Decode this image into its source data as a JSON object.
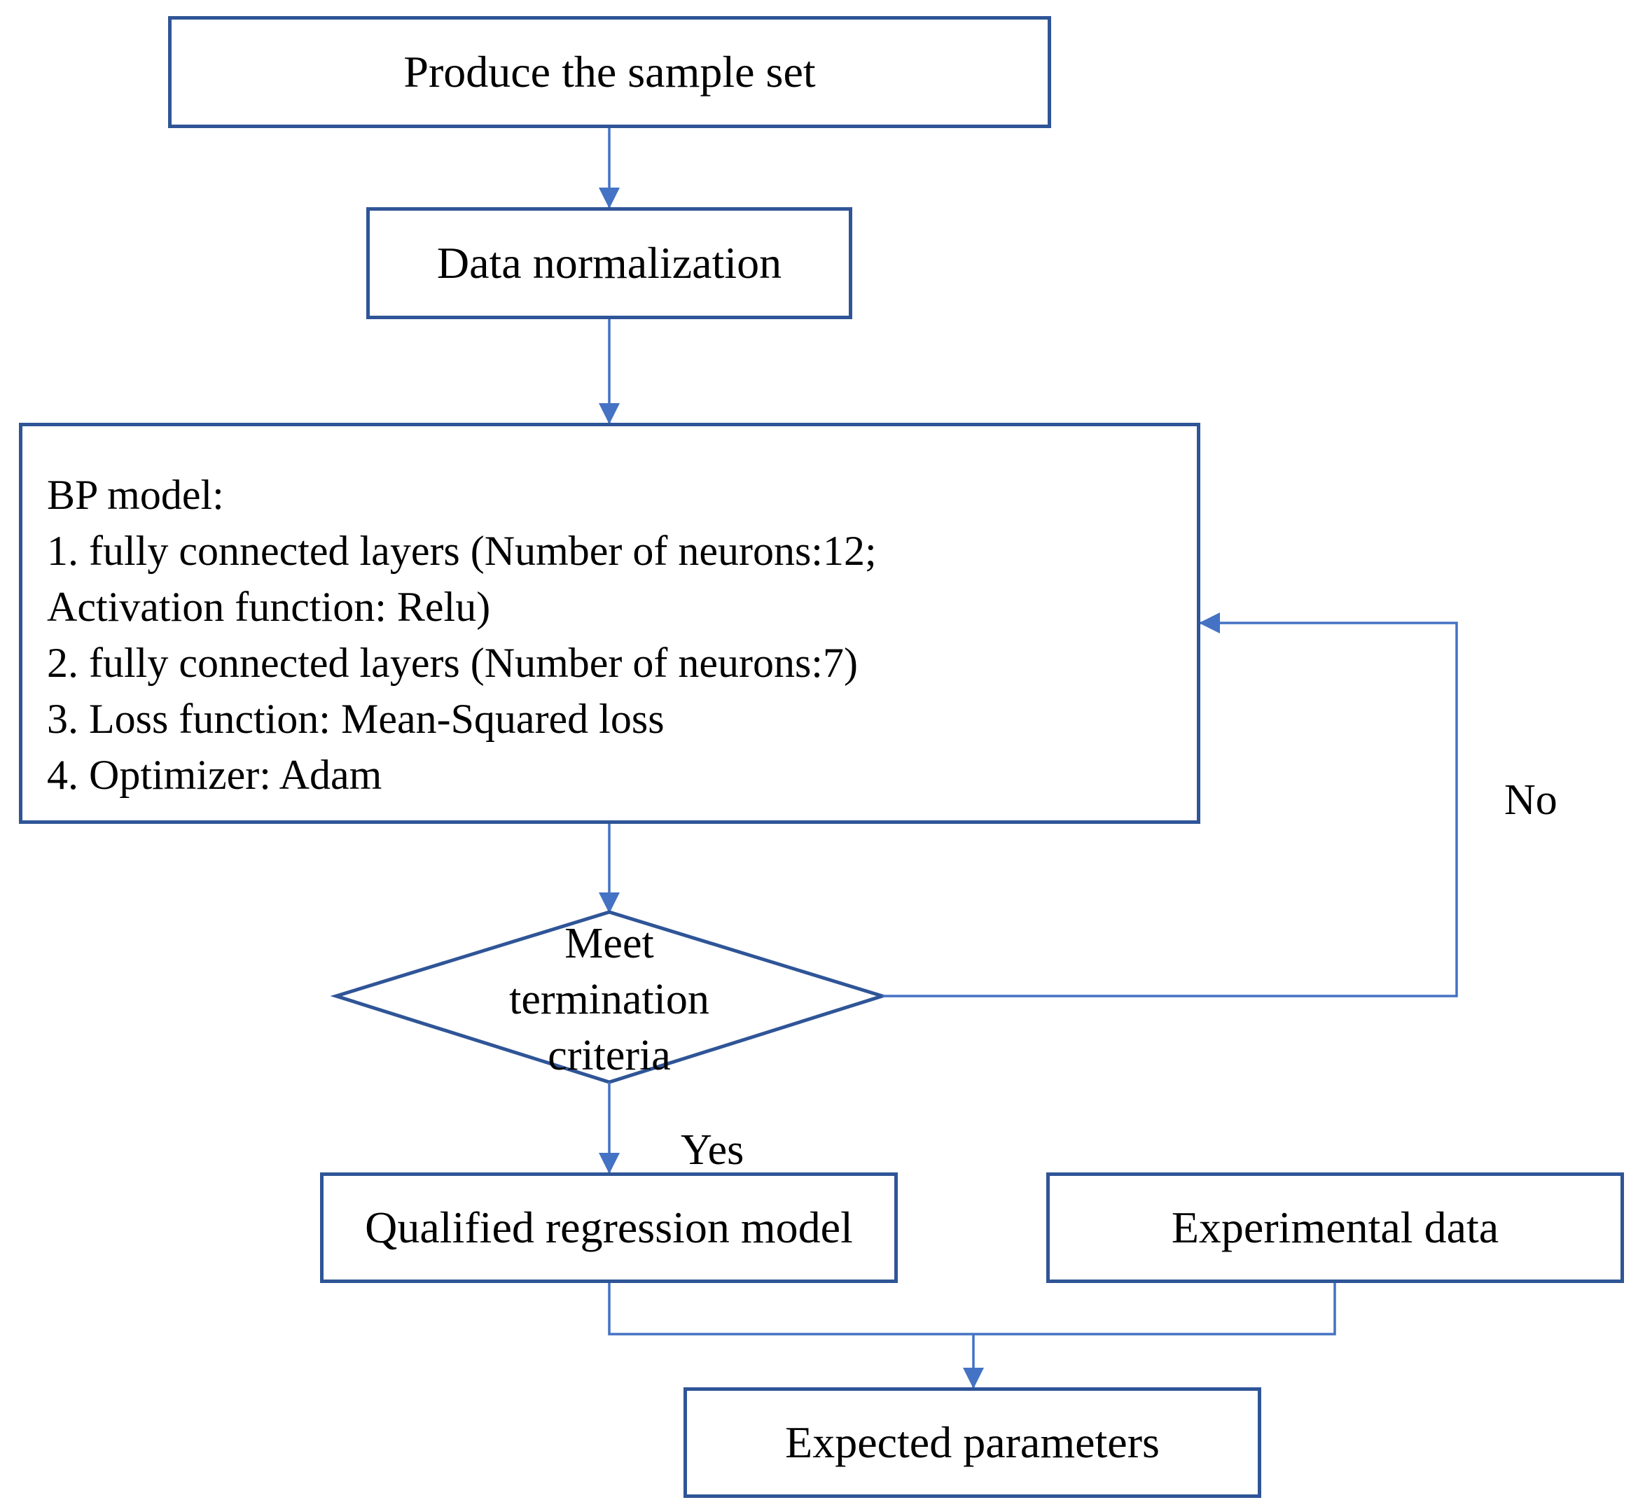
{
  "nodes": {
    "sample_set": "Produce the sample set",
    "normalization": "Data normalization",
    "bp_model": {
      "lines": [
        "BP model:",
        "1. fully connected layers (Number of neurons:12;",
        "Activation function: Relu)",
        "2. fully connected layers (Number of neurons:7)",
        "3. Loss function: Mean-Squared loss",
        "4. Optimizer: Adam"
      ]
    },
    "decision": {
      "lines": [
        "Meet",
        "termination",
        "criteria"
      ]
    },
    "qualified_model": "Qualified regression model",
    "experimental_data": "Experimental data",
    "expected_parameters": "Expected parameters"
  },
  "edge_labels": {
    "no": "No",
    "yes": "Yes"
  },
  "colors": {
    "box_border": "#2f5597",
    "connector": "#4472c4"
  }
}
